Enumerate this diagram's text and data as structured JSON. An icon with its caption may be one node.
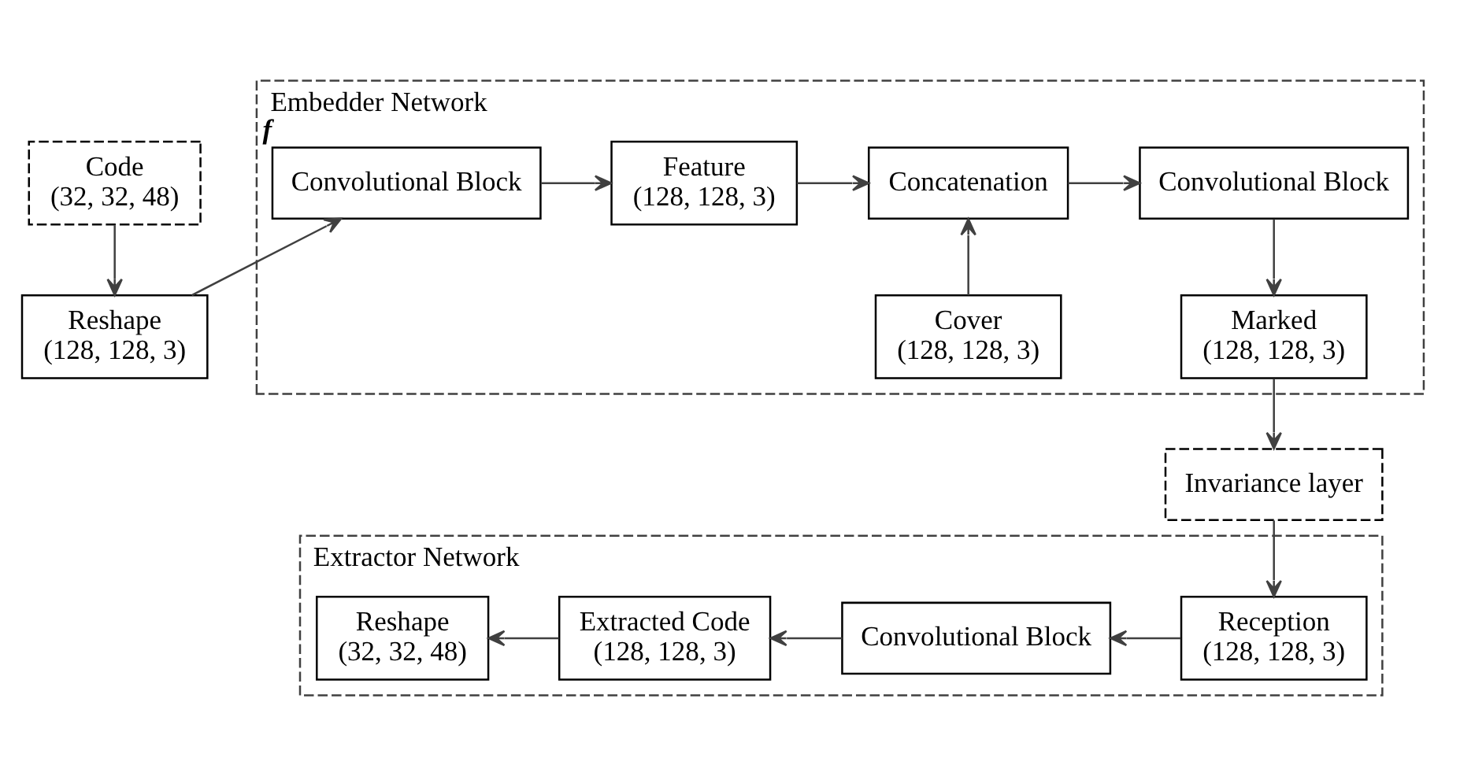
{
  "diagram": {
    "nodes": [
      {
        "text": [
          "Code",
          "(32, 32, 48)"
        ]
      },
      {
        "text": [
          "Reshape",
          "(128, 128, 3)"
        ]
      },
      {
        "text": [
          "Embedder Network"
        ]
      },
      {
        "text": [
          "Convolutional Block"
        ],
        "in": 2,
        "beside": [
          "f"
        ]
      },
      {
        "text": [
          "Feature",
          "(128, 128, 3)"
        ],
        "in": 2
      },
      {
        "text": [
          "Cover",
          "(128, 128, 3)"
        ],
        "in": 2
      },
      {
        "text": [
          "Concatenation"
        ],
        "in": 2
      },
      {
        "text": [
          "Convolutional Block"
        ],
        "in": 2
      },
      {
        "text": [
          "Marked",
          "(128, 128, 3)"
        ],
        "in": 2
      },
      {
        "text": [
          "Invariance layer"
        ]
      },
      {
        "text": [
          "Extractor Network"
        ]
      },
      {
        "text": [
          "Reshape",
          "(32, 32, 48)"
        ],
        "in": 10
      },
      {
        "text": [
          "Extracted Code",
          "(128, 128, 3)"
        ],
        "in": 10
      },
      {
        "text": [
          "Convolutional Block"
        ],
        "in": 10
      },
      {
        "text": [
          "Reception",
          "(128, 128, 3)"
        ],
        "in": 10
      }
    ],
    "edges": [
      {
        "from": 0,
        "to": 1,
        "arrow": "to"
      },
      {
        "from": 1,
        "to": 3,
        "arrow": "to"
      },
      {
        "from": 3,
        "to": 4,
        "arrow": "to"
      },
      {
        "from": 4,
        "to": 6,
        "arrow": "to"
      },
      {
        "from": 5,
        "to": 6,
        "arrow": "to"
      },
      {
        "from": 6,
        "to": 7,
        "arrow": "to"
      },
      {
        "from": 7,
        "to": 8,
        "arrow": "to"
      },
      {
        "from": 8,
        "to": 9,
        "arrow": "to"
      },
      {
        "from": 9,
        "to": 14,
        "arrow": "to"
      },
      {
        "from": 14,
        "to": 13,
        "arrow": "to"
      },
      {
        "from": 13,
        "to": 12,
        "arrow": "to"
      },
      {
        "from": 12,
        "to": 11,
        "arrow": "to"
      }
    ]
  }
}
